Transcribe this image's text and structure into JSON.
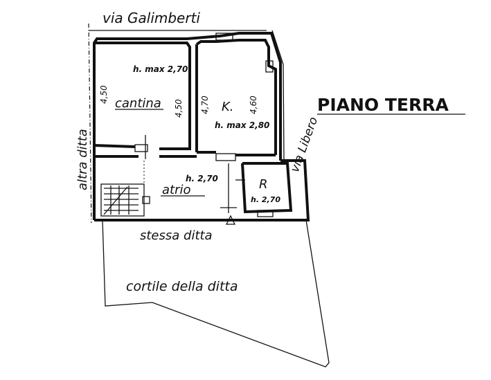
{
  "title": "PIANO TERRA",
  "streets": {
    "north": "via Galimberti",
    "east": "via Libero"
  },
  "neighbors": {
    "west": "altra ditta",
    "south": "stessa ditta"
  },
  "courtyard": "cortile della ditta",
  "rooms": {
    "cantina": {
      "name": "cantina",
      "height": "h. max 2,70",
      "dim_left": "4,50",
      "dim_right": "4,50"
    },
    "kitchen": {
      "name": "K.",
      "height": "h. max 2,80",
      "dim_left": "4,70",
      "dim_right": "4,60"
    },
    "atrio": {
      "name": "atrio",
      "height": "h. 2,70"
    },
    "bath": {
      "name": "R",
      "height": "h. 2,70"
    }
  },
  "colors": {
    "ink": "#111111",
    "paper": "#ffffff"
  }
}
